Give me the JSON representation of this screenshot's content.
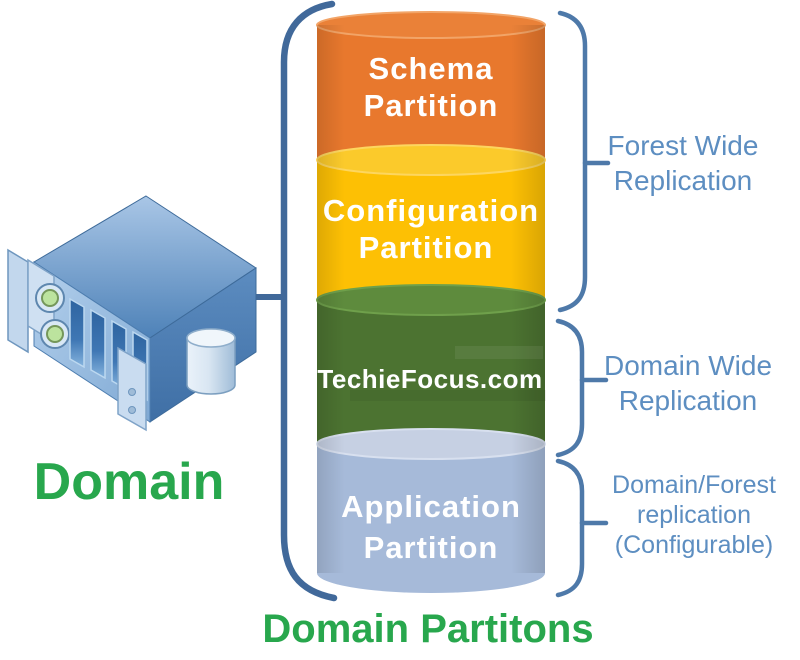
{
  "captions": {
    "domain": "Domain",
    "domain_partitions": "Domain Partitons",
    "color": "#28A74D"
  },
  "bracket": {
    "color": "#41699A"
  },
  "cylinder": {
    "segments": [
      {
        "name": "schema-partition",
        "line1": "Schema",
        "line2": "Partition",
        "body_color": "#E8782D",
        "top_color": "#EA8138",
        "text_color": "#FFFFFF"
      },
      {
        "name": "configuration-partition",
        "line1": "Configuration",
        "line2": "Partition",
        "body_color": "#FDC004",
        "top_color": "#FBCA2B",
        "text_color": "#FFFFFF"
      },
      {
        "name": "domain-partition",
        "line1": "TechieFocus.com",
        "line2": "",
        "body_color": "#4C7331",
        "top_color": "#5E8B3D",
        "text_color": "#FFFFFF"
      },
      {
        "name": "application-partition",
        "line1": "Application",
        "line2": "Partition",
        "body_color": "#A6BAD9",
        "top_color": "#C6D0E3",
        "text_color": "#FFFFFF"
      }
    ]
  },
  "annotations": {
    "color": "#5D8EC1",
    "brace_color": "#4E79A9",
    "forest": {
      "line1": "Forest Wide",
      "line2": "Replication"
    },
    "domain_wide": {
      "line1": "Domain Wide",
      "line2": "Replication"
    },
    "domain_forest": {
      "line1": "Domain/Forest",
      "line2": "replication",
      "line3": "(Configurable)"
    }
  }
}
